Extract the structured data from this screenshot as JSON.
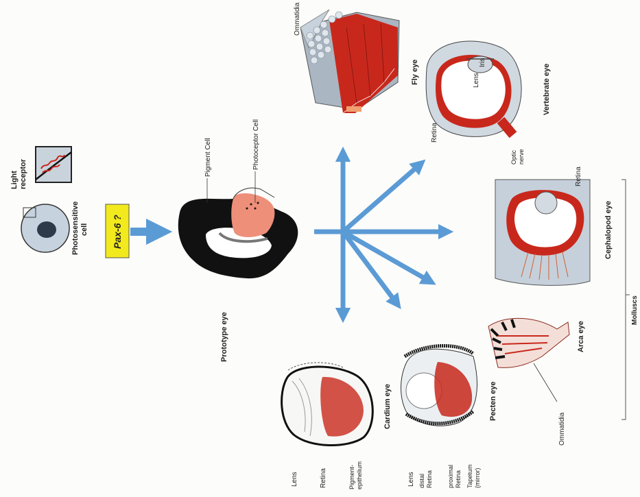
{
  "labels": {
    "light_receptor_1": "Light",
    "light_receptor_2": "receptor",
    "photosensitive_1": "Photosensitive",
    "photosensitive_2": "cell",
    "pax6": "Pax-6 ?",
    "prototype_eye": "Prototype eye",
    "pigment_cell": "Pigment Cell",
    "photoceptor_cell": "Photoceptor Cell",
    "fly_eye": "Fly eye",
    "ommatidia_top": "Ommatidia",
    "vertebrate_eye": "Vertebrate eye",
    "iris": "Iris",
    "lens_vert": "Lens",
    "retina_vert": "Retina",
    "optic_1": "Optic",
    "optic_2": "nerve",
    "cephalopod_eye": "Cephalopod eye",
    "retina_ceph": "Retina",
    "molluscs": "Molluscs",
    "arca_eye": "Arca eye",
    "ommatidia_arca": "Ommatidia",
    "pecten_eye": "Pecten eye",
    "lens_pecten": "Lens",
    "distal_1": "distal",
    "distal_2": "Retina",
    "proximal_1": "proximal",
    "proximal_2": "Retina",
    "tapetum_1": "Tapetum",
    "tapetum_2": "(mirror)",
    "cardium_eye": "Cardium eye",
    "lens_cardium": "Lens",
    "retina_cardium": "Retina",
    "pigment_ep_1": "Pigment-",
    "pigment_ep_2": "epithelium"
  },
  "colors": {
    "arrow": "#5b9bd5",
    "red": "#c8281c",
    "salmon": "#ee8f7a",
    "gray": "#bfc7cf",
    "yellow": "#f2ea1c"
  }
}
